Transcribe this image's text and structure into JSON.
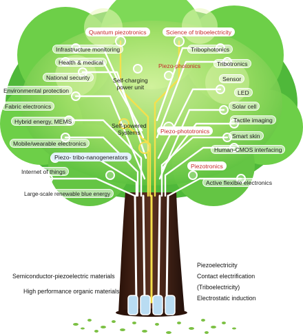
{
  "branches_top": {
    "quantum_piezotronics": "Quantum piezotronics",
    "science_of_triboelectricity": "Science of triboelectricity"
  },
  "branches_left": {
    "infrastructure_monitoring": "Infrastructure monitoring",
    "health_medical": "Health & medical",
    "national_security": "National security",
    "environmental_protection": "Environmental protection",
    "fabric_electronics": "Fabric electronics",
    "hybrid_energy_mems": "Hybrid energy, MEMS",
    "mobile_wearable_electronics": "Mobile/wearable electronics",
    "piezo_tribo_nanogenerators": "Piezo- tribo-nanogenerators",
    "internet_of_things": "Internet of things",
    "large_scale_blue_energy": "Large-scale renewable blue energy"
  },
  "branches_center": {
    "self_charging_power_unit_line1": "Self-charging",
    "self_charging_power_unit_line2": "power unit",
    "self_powered_systems_line1": "Self-powered",
    "self_powered_systems_line2": "Systems"
  },
  "branches_right": {
    "tribophotonics": "Tribophotonics",
    "piezo_photonics": "Piezo-photonics",
    "tribotronics": "Tribotronics",
    "sensor": "Sensor",
    "led": "LED",
    "solar_cell": "Solar cell",
    "piezo_phototronics": "Piezo-phototronics",
    "tactile_imaging": "Tactile imaging",
    "smart_skin": "Smart skin",
    "human_cmos_interfacing": "Human-CMOS interfacing",
    "piezotronics": "Piezotronics",
    "active_flexible_electronics": "Active flexible electronics"
  },
  "roots_left": {
    "semiconductor_piezoelectric_materials": "Semiconductor-piezoelectric materials",
    "high_performance_organic_materials": "High performance organic materials"
  },
  "roots_right": {
    "piezoelectricity": "Piezoelectricity",
    "contact_electrification": "Contact electrification",
    "triboelectricity": "(Triboelectricity)",
    "electrostatic_induction": "Electrostatic induction"
  },
  "colors": {
    "canopy_light": "#b8e986",
    "canopy_main": "#7ed957",
    "canopy_dark": "#4fb83a",
    "trunk": "#3d1f14",
    "circuit": "#ffffff",
    "circuit_core": "#f4e04d",
    "label_red": "#c62828",
    "leaves": "#7bc043"
  }
}
